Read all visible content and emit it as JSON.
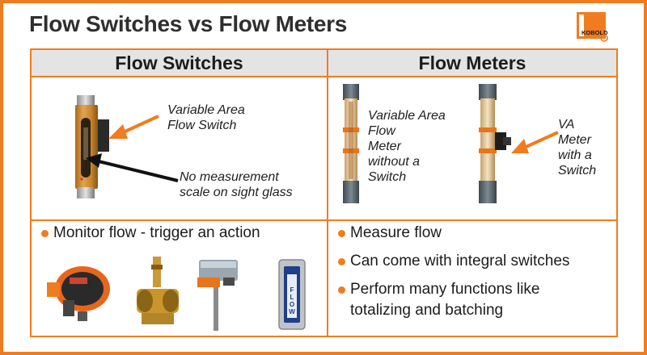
{
  "title": "Flow Switches vs Flow Meters",
  "logo": {
    "text": "KOBOLD",
    "icon": "kobold-logo"
  },
  "columns": {
    "left": {
      "header": "Flow Switches"
    },
    "right": {
      "header": "Flow Meters"
    }
  },
  "callouts": {
    "va_flow_switch": [
      "Variable Area",
      "Flow Switch"
    ],
    "no_scale": [
      "No measurement",
      "scale on sight glass"
    ],
    "va_meter_no_switch": [
      "Variable Area",
      "Flow",
      "Meter",
      "without a",
      "Switch"
    ],
    "va_meter_switch": [
      "VA",
      "Meter",
      "with a",
      "Switch"
    ]
  },
  "bullets": {
    "left": [
      "Monitor flow - trigger an action"
    ],
    "right": [
      "Measure flow",
      "Can come with integral switches",
      "Perform many functions like",
      "totalizing and batching"
    ]
  },
  "product_labels": {
    "insertion_unit_letters": [
      "F",
      "L",
      "O",
      "W"
    ]
  },
  "colors": {
    "accent": "#f07c1f",
    "header_bg": "#e4e4e4",
    "text": "#2f2f2f"
  }
}
